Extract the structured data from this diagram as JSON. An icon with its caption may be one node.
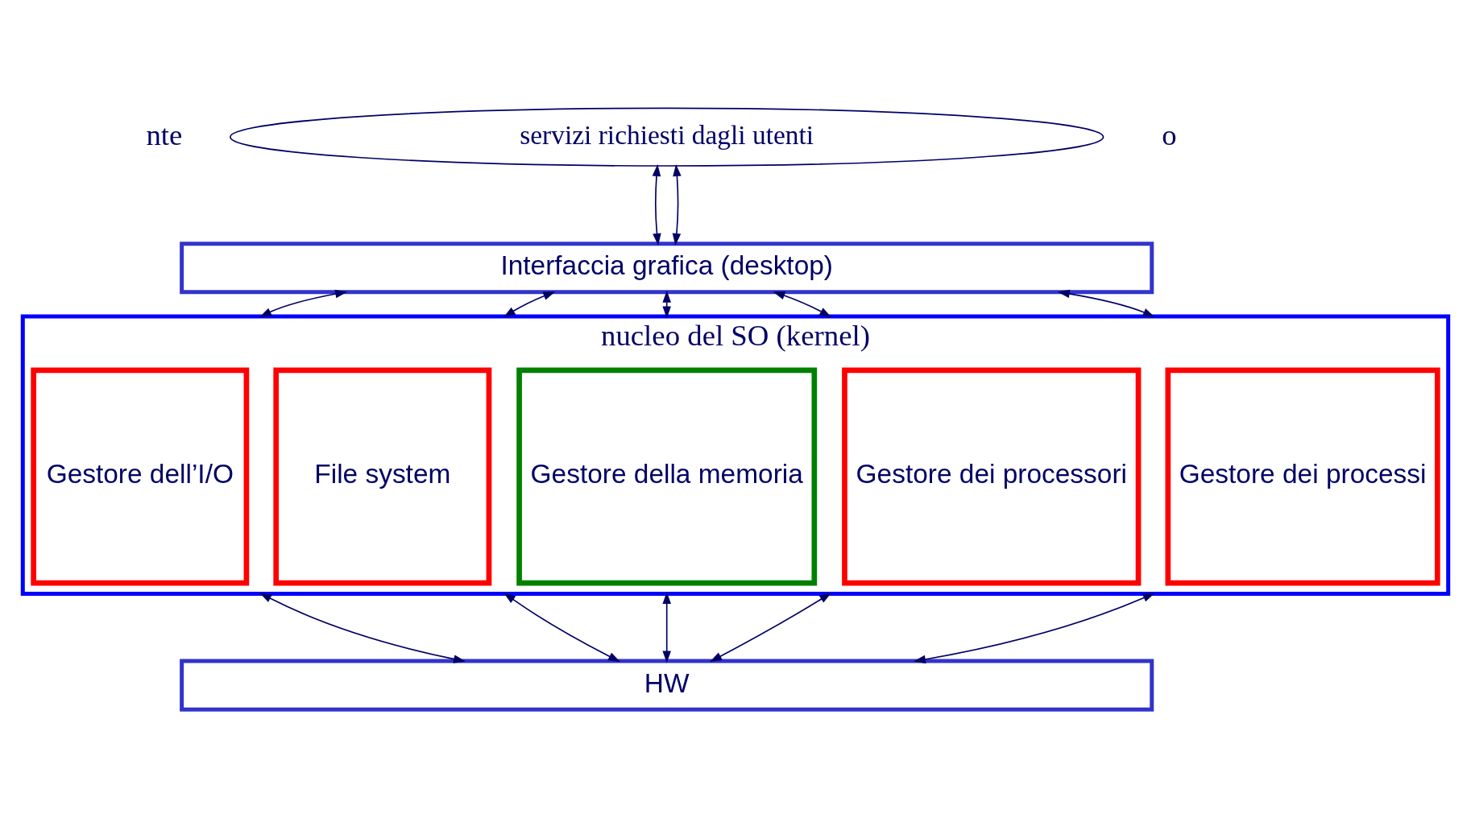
{
  "diagram": {
    "nodes": [
      {
        "text": [
          "servizi richiesti dagli utenti"
        ]
      },
      {
        "text": [
          "Interfaccia grafica (desktop)"
        ]
      },
      {
        "text": [
          "nucleo del SO (kernel)"
        ]
      },
      {
        "text": [
          "Gestore dei processi"
        ],
        "in": 2
      },
      {
        "text": [
          "Gestore dei processori"
        ],
        "in": 2
      },
      {
        "text": [
          "Gestore della memoria"
        ],
        "in": 2
      },
      {
        "text": [
          "File system"
        ],
        "in": 2
      },
      {
        "text": [
          "Gestore dell’I/O"
        ],
        "in": 2
      },
      {
        "text": [
          "HW"
        ]
      }
    ],
    "edges": [
      {
        "from": 0,
        "to": 1,
        "arrow": "both"
      },
      {
        "from": 0,
        "to": 1,
        "arrow": "both"
      },
      {
        "from": 1,
        "to": 2,
        "arrow": "both"
      },
      {
        "from": 1,
        "to": 2,
        "arrow": "both"
      },
      {
        "from": 1,
        "to": 2,
        "arrow": "both"
      },
      {
        "from": 1,
        "to": 2,
        "arrow": "both"
      },
      {
        "from": 1,
        "to": 2,
        "arrow": "both"
      },
      {
        "from": 2,
        "to": 8,
        "arrow": "both"
      },
      {
        "from": 2,
        "to": 8,
        "arrow": "both"
      },
      {
        "from": 2,
        "to": 8,
        "arrow": "both"
      },
      {
        "from": 2,
        "to": 8,
        "arrow": "both"
      },
      {
        "from": 2,
        "to": 8,
        "arrow": "both"
      }
    ],
    "labels": [
      "o",
      "nte"
    ]
  }
}
